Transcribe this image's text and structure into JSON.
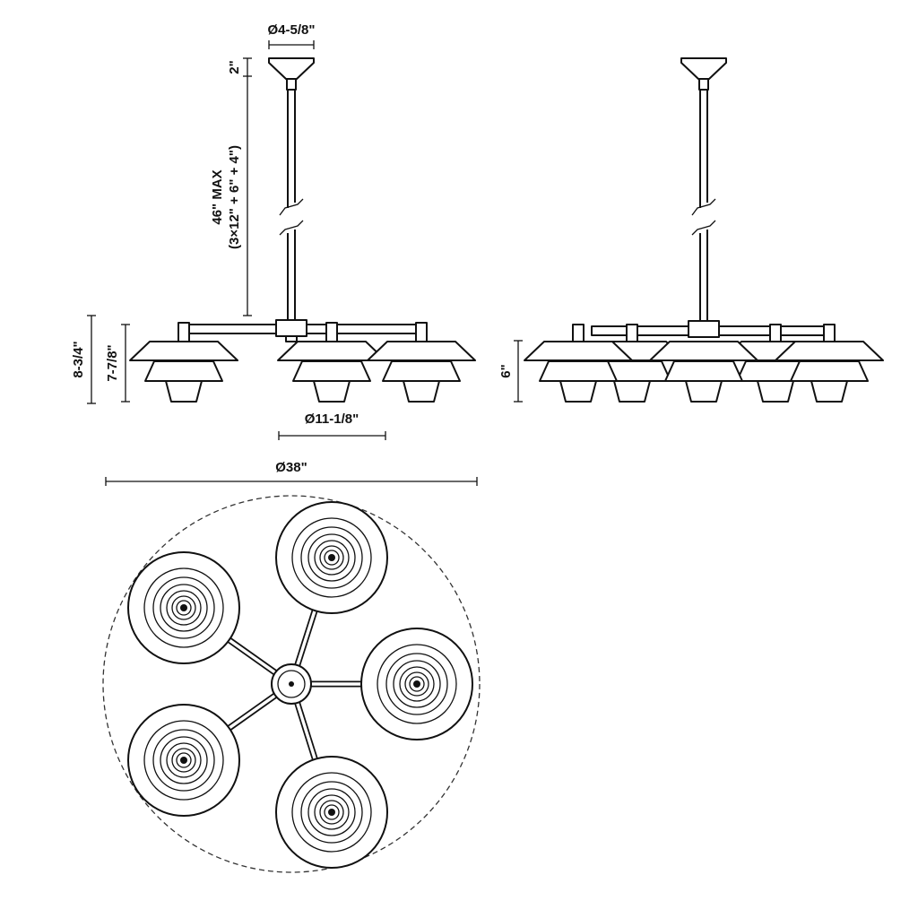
{
  "dimensions": {
    "canopy_diameter": "Ø4-5/8\"",
    "canopy_height": "2\"",
    "stem_max": "46\" MAX",
    "stem_breakdown": "(3×12\" + 6\" + 4\")",
    "overall_height": "8-3/4\"",
    "shade_height": "7-7/8\"",
    "shade_diameter": "Ø11-1/8\"",
    "overall_diameter": "Ø38\"",
    "side_height": "6\""
  },
  "colors": {
    "line": "#111111",
    "background": "#ffffff"
  }
}
